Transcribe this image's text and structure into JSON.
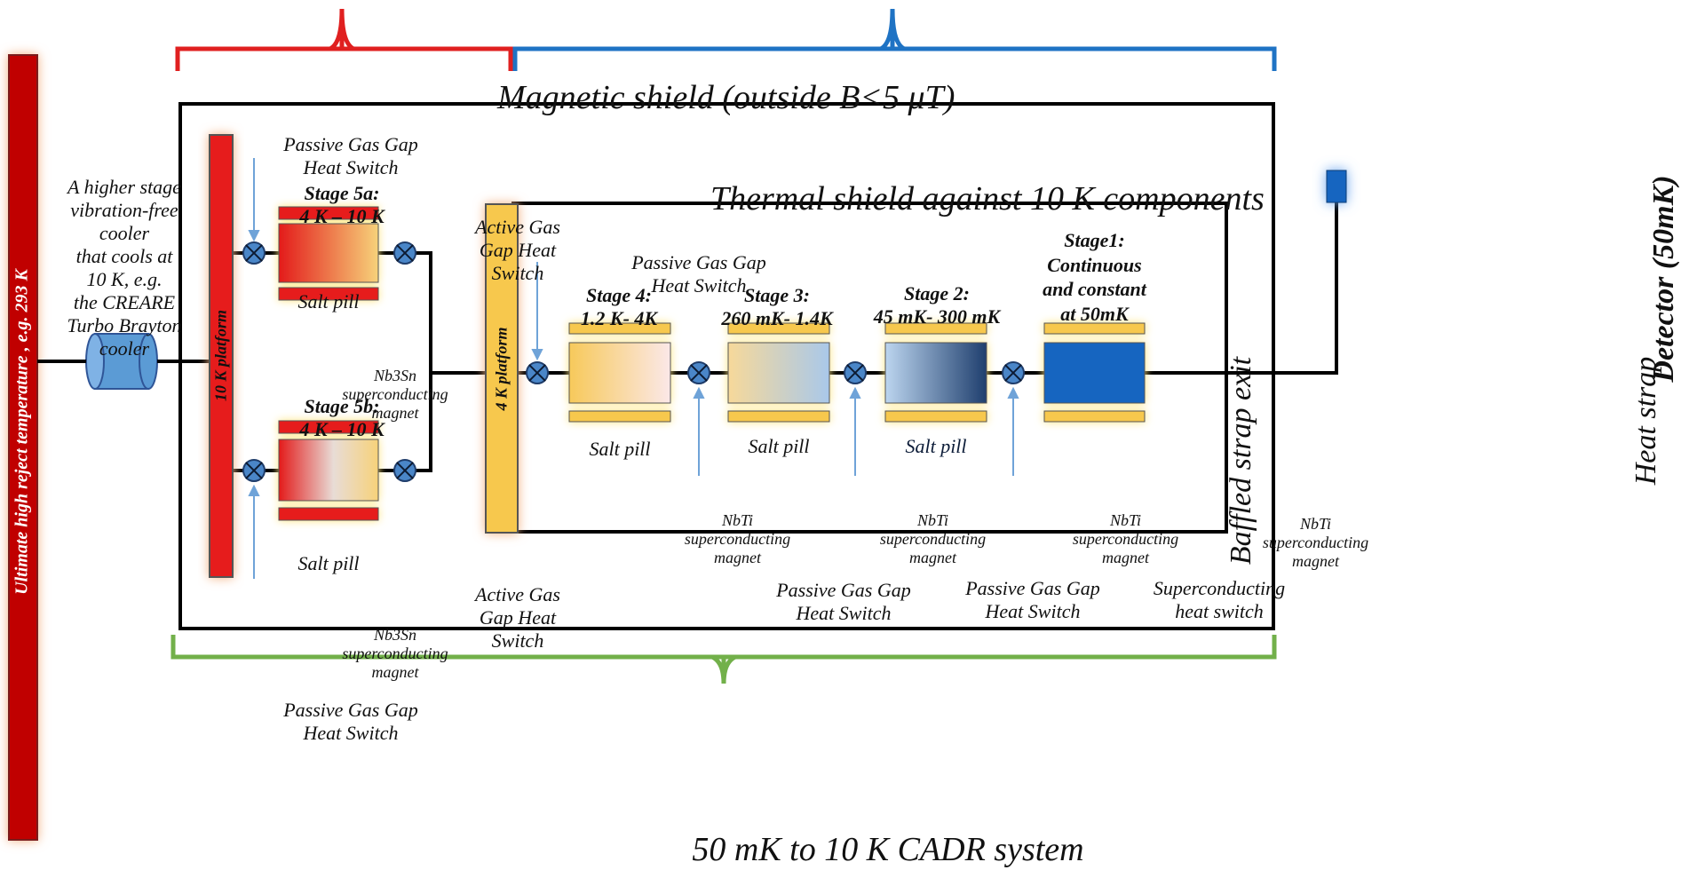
{
  "title": "50 mK to 10 K CADR system",
  "magnetic_shield": "Magnetic shield (outside B<5 μT)",
  "thermal_shield": "Thermal shield against 10 K components",
  "reject_temp": "Ultimate high reject temperature , e.g. 293 K",
  "cooler_note": "A higher stage\nvibration-free\ncooler\nthat cools at\n10 K, e.g.\nthe CREARE\nTurbo Brayton\ncooler",
  "platform_10k": "10 K platform",
  "platform_4k": "4 K platform",
  "baffled_exit": "Baffled strap exit",
  "heat_strap": "Heat strap",
  "detector": "Detector (50mK)",
  "salt_pill": "Salt pill",
  "stages": {
    "s5a": "Stage 5a:\n4 K – 10 K",
    "s5b": "Stage 5b:\n4 K – 10 K",
    "s4": "Stage 4:\n1.2 K- 4K",
    "s3": "Stage 3:\n260 mK- 1.4K",
    "s2": "Stage 2:\n45 mK- 300 mK",
    "s1": "Stage1:\nContinuous\nand constant\nat 50mK"
  },
  "magnets": {
    "nb3sn": "Nb3Sn\nsuperconducting\nmagnet",
    "nbti": "NbTi\nsuperconducting\nmagnet"
  },
  "switches": {
    "passive": "Passive Gas Gap\nHeat Switch",
    "active": "Active Gas\nGap Heat\nSwitch",
    "superconducting": "Superconducting\nheat switch"
  },
  "colors": {
    "red_bracket": "#e02020",
    "blue_bracket": "#1f73c4",
    "green_bracket": "#72b04a",
    "switch_blue": "#4a86c8",
    "platform_red": "#e61b1b",
    "platform_yellow": "#f7c84e",
    "cooler_blue": "#5b9bd5"
  },
  "icons": {
    "switch": "circled-x-icon",
    "cooler": "cylinder-icon",
    "detector": "square-icon"
  }
}
